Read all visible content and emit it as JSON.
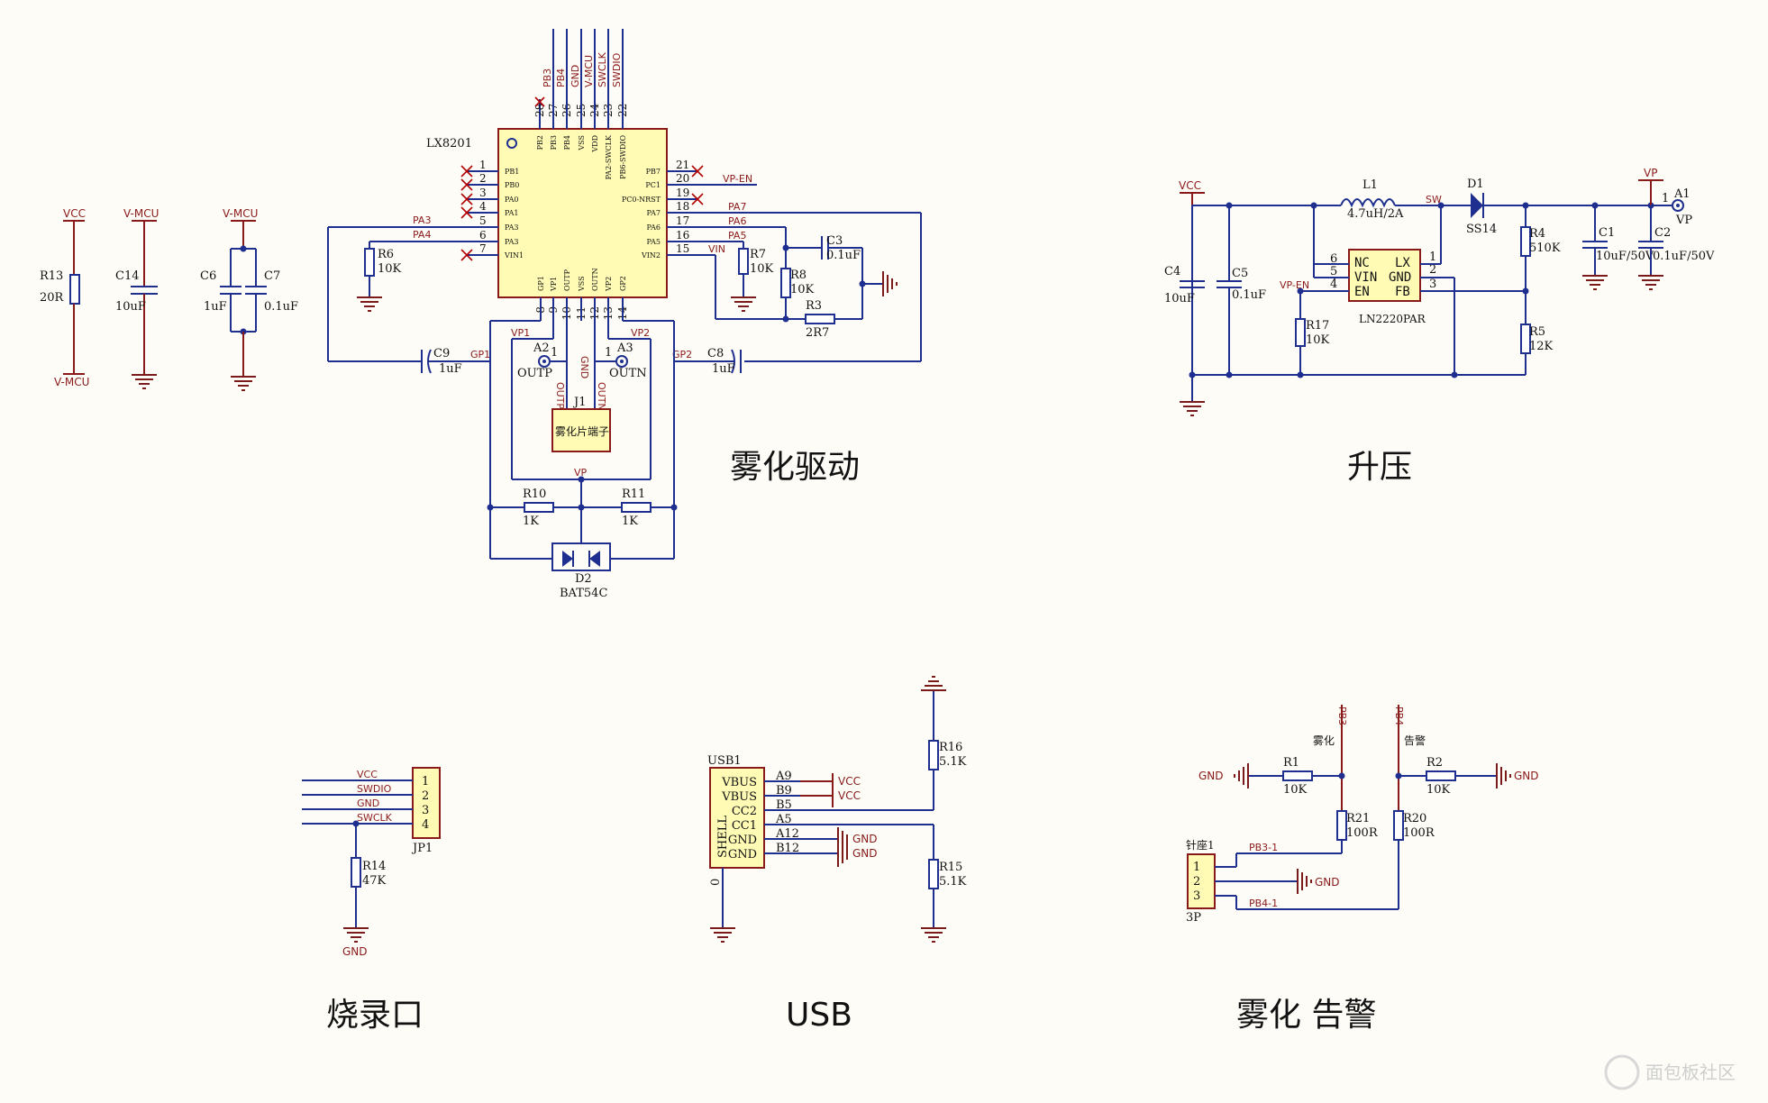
{
  "sections": {
    "atomize_drive": "雾化驱动",
    "boost": "升压",
    "burn_port": "烧录口",
    "usb": "USB",
    "atomize_alarm": "雾化 告警"
  },
  "power_labels": {
    "vcc": "VCC",
    "vmcu": "V-MCU",
    "vp": "VP",
    "gnd": "GND"
  },
  "mcu": {
    "ref": "LX8201",
    "left_pins": [
      {
        "num": "1",
        "name": "PB1"
      },
      {
        "num": "2",
        "name": "PB0"
      },
      {
        "num": "3",
        "name": "PA0"
      },
      {
        "num": "4",
        "name": "PA1"
      },
      {
        "num": "5",
        "name": "PA3"
      },
      {
        "num": "6",
        "name": "PA3"
      },
      {
        "num": "7",
        "name": "VIN1"
      }
    ],
    "right_pins": [
      {
        "num": "21",
        "name": "PB7"
      },
      {
        "num": "20",
        "name": "PC1"
      },
      {
        "num": "19",
        "name": "PC0-NRST"
      },
      {
        "num": "18",
        "name": "PA7"
      },
      {
        "num": "17",
        "name": "PA6"
      },
      {
        "num": "16",
        "name": "PA5"
      },
      {
        "num": "15",
        "name": "VIN2"
      }
    ],
    "top_pins": [
      {
        "num": "28",
        "name": "PB2"
      },
      {
        "num": "27",
        "name": "PB3"
      },
      {
        "num": "26",
        "name": "PB4"
      },
      {
        "num": "25",
        "name": "VSS"
      },
      {
        "num": "24",
        "name": "VDD"
      },
      {
        "num": "23",
        "name": "PA2-SWCLK"
      },
      {
        "num": "22",
        "name": "PB6-SWDIO"
      }
    ],
    "bottom_pins": [
      {
        "num": "8",
        "name": "GP1"
      },
      {
        "num": "9",
        "name": "VP1"
      },
      {
        "num": "10",
        "name": "OUTP"
      },
      {
        "num": "11",
        "name": "VSS"
      },
      {
        "num": "12",
        "name": "OUTN"
      },
      {
        "num": "13",
        "name": "VP2"
      },
      {
        "num": "14",
        "name": "GP2"
      }
    ],
    "top_nets": [
      "PB3",
      "PB4",
      "GND",
      "V-MCU",
      "SWCLK",
      "SWDIO"
    ]
  },
  "drive": {
    "nets": {
      "pa3": "PA3",
      "pa4": "PA4",
      "pa7": "PA7",
      "pa6": "PA6",
      "pa5": "PA5",
      "vpen": "VP-EN",
      "vin": "VIN",
      "vp1": "VP1",
      "vp2": "VP2",
      "gp1": "GP1",
      "gp2": "GP2",
      "gnd": "GND",
      "outp": "OUTP",
      "outn": "OUTN",
      "vp": "VP"
    },
    "r6": {
      "ref": "R6",
      "val": "10K"
    },
    "r7": {
      "ref": "R7",
      "val": "10K"
    },
    "r8": {
      "ref": "R8",
      "val": "10K"
    },
    "r3": {
      "ref": "R3",
      "val": "2R7"
    },
    "c3": {
      "ref": "C3",
      "val": "0.1uF"
    },
    "c9": {
      "ref": "C9",
      "val": "1uF"
    },
    "c8": {
      "ref": "C8",
      "val": "1uF"
    },
    "a2": {
      "ref": "A2",
      "pin": "1",
      "net": "OUTP"
    },
    "a3": {
      "ref": "A3",
      "pin": "1",
      "net": "OUTN"
    },
    "j1": {
      "ref": "J1",
      "label": "雾化片端子"
    },
    "r10": {
      "ref": "R10",
      "val": "1K"
    },
    "r11": {
      "ref": "R11",
      "val": "1K"
    },
    "d2": {
      "ref": "D2",
      "val": "BAT54C"
    }
  },
  "left_power": {
    "r13": {
      "ref": "R13",
      "val": "20R"
    },
    "c14": {
      "ref": "C14",
      "val": "10uF"
    },
    "c6": {
      "ref": "C6",
      "val": "1uF"
    },
    "c7": {
      "ref": "C7",
      "val": "0.1uF"
    }
  },
  "boost": {
    "l1": {
      "ref": "L1",
      "val": "4.7uH/2A"
    },
    "sw": "SW",
    "d1": {
      "ref": "D1",
      "val": "SS14"
    },
    "u": {
      "ref": "LN2220PAR",
      "pins_left": [
        {
          "num": "6",
          "name": "NC"
        },
        {
          "num": "5",
          "name": "VIN"
        },
        {
          "num": "4",
          "name": "EN"
        }
      ],
      "pins_right": [
        {
          "num": "1",
          "name": "LX"
        },
        {
          "num": "2",
          "name": "GND"
        },
        {
          "num": "3",
          "name": "FB"
        }
      ]
    },
    "vpen": "VP-EN",
    "c4": {
      "ref": "C4",
      "val": "10uF"
    },
    "c5": {
      "ref": "C5",
      "val": "0.1uF"
    },
    "r17": {
      "ref": "R17",
      "val": "10K"
    },
    "r4": {
      "ref": "R4",
      "val": "510K"
    },
    "r5": {
      "ref": "R5",
      "val": "12K"
    },
    "c1": {
      "ref": "C1",
      "val": "10uF/50V"
    },
    "c2": {
      "ref": "C2",
      "val": "0.1uF/50V"
    },
    "a1": {
      "ref": "A1",
      "pin": "1",
      "net": "VP"
    }
  },
  "jp1": {
    "ref": "JP1",
    "pins": [
      "1",
      "2",
      "3",
      "4"
    ],
    "nets": [
      "VCC",
      "SWDIO",
      "GND",
      "SWCLK"
    ],
    "r14": {
      "ref": "R14",
      "val": "47K"
    },
    "gnd": "GND"
  },
  "usb1": {
    "ref": "USB1",
    "pin_names": [
      "VBUS",
      "VBUS",
      "CC2",
      "CC1",
      "GND",
      "GND"
    ],
    "pin_nums": [
      "A9",
      "B9",
      "B5",
      "A5",
      "A12",
      "B12"
    ],
    "shell": "SHELL",
    "shell_pin": "0",
    "nets": [
      "VCC",
      "VCC",
      "GND",
      "GND"
    ],
    "r16": {
      "ref": "R16",
      "val": "5.1K"
    },
    "r15": {
      "ref": "R15",
      "val": "5.1K"
    }
  },
  "alarm": {
    "pb3": "PB3",
    "pb4": "PB4",
    "label_atomize": "雾化",
    "label_alarm": "告警",
    "r1": {
      "ref": "R1",
      "val": "10K"
    },
    "r2": {
      "ref": "R2",
      "val": "10K"
    },
    "r21": {
      "ref": "R21",
      "val": "100R"
    },
    "r20": {
      "ref": "R20",
      "val": "100R"
    },
    "header": {
      "ref": "针座1",
      "pins": [
        "1",
        "2",
        "3"
      ],
      "type": "3P"
    },
    "nets": [
      "PB3-1",
      "PB4-1"
    ],
    "gnd": "GND"
  },
  "watermark": "面包板社区"
}
